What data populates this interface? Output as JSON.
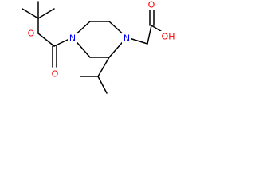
{
  "structure": {
    "colors": {
      "oxygen": "#ff0000",
      "nitrogen": "#0000ff",
      "bond": "#000000",
      "background": "#ffffff"
    },
    "atoms": {
      "ester_carbonyl_oxygen": "O",
      "ester_oxygen": "O",
      "ring_nitrogen_boc": "N",
      "ring_nitrogen_alkyl": "N",
      "acid_carbonyl_oxygen": "O",
      "acid_hydroxyl": "OH"
    }
  }
}
